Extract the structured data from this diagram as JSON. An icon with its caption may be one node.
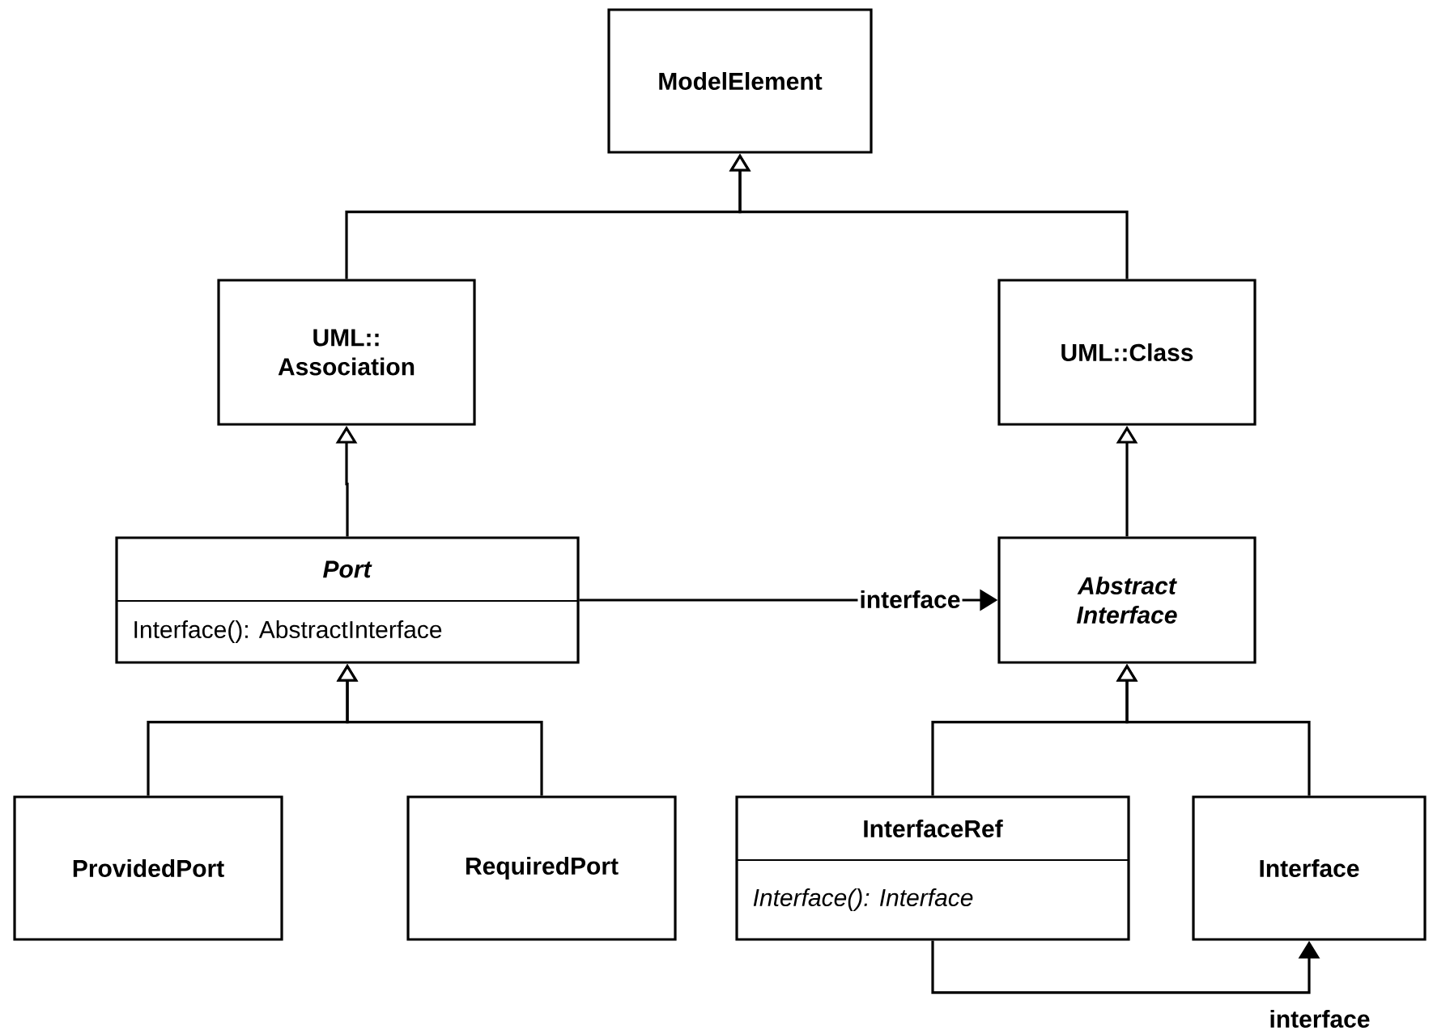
{
  "diagram": {
    "nodes": [
      {
        "text": [
          "ModelElement"
        ]
      },
      {
        "text": [
          "UML:: Association"
        ]
      },
      {
        "text": [
          "UML::Class"
        ]
      },
      {
        "text": [
          "*Port*",
          "Interface(): AbstractInterface"
        ]
      },
      {
        "text": [
          "*Abstract Interface*"
        ]
      },
      {
        "text": [
          "ProvidedPort"
        ]
      },
      {
        "text": [
          "RequiredPort"
        ]
      },
      {
        "text": [
          "InterfaceRef",
          "*Interface(): Interface*"
        ]
      },
      {
        "text": [
          "Interface"
        ]
      }
    ],
    "edges": [
      {
        "from": 1,
        "to": 0,
        "arrow": "to"
      },
      {
        "from": 2,
        "to": 0,
        "arrow": "to"
      },
      {
        "from": 3,
        "to": 1,
        "arrow": "to"
      },
      {
        "from": 4,
        "to": 2,
        "arrow": "to"
      },
      {
        "from": 5,
        "to": 3,
        "arrow": "to"
      },
      {
        "from": 6,
        "to": 3,
        "arrow": "to"
      },
      {
        "from": 7,
        "to": 4,
        "arrow": "to"
      },
      {
        "from": 8,
        "to": 4,
        "arrow": "to"
      },
      {
        "from": 3,
        "to": 4,
        "arrow": "to",
        "label": "interface"
      },
      {
        "from": 7,
        "to": 8,
        "arrow": "to",
        "label": "interface"
      }
    ]
  }
}
